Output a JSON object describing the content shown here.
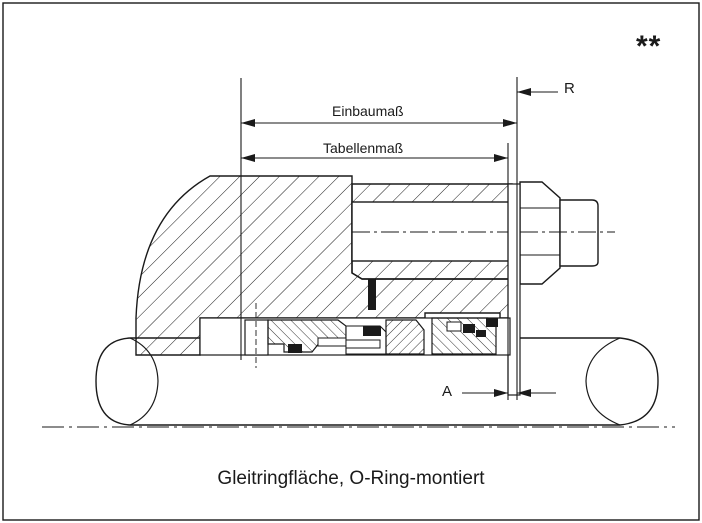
{
  "marker": "**",
  "labels": {
    "einbaumass": "Einbaumaß",
    "tabellenmass": "Tabellenmaß",
    "R": "R",
    "A": "A"
  },
  "caption": "Gleitringfläche, O-Ring-montiert",
  "colors": {
    "line": "#1a1a1a",
    "background": "#ffffff"
  }
}
